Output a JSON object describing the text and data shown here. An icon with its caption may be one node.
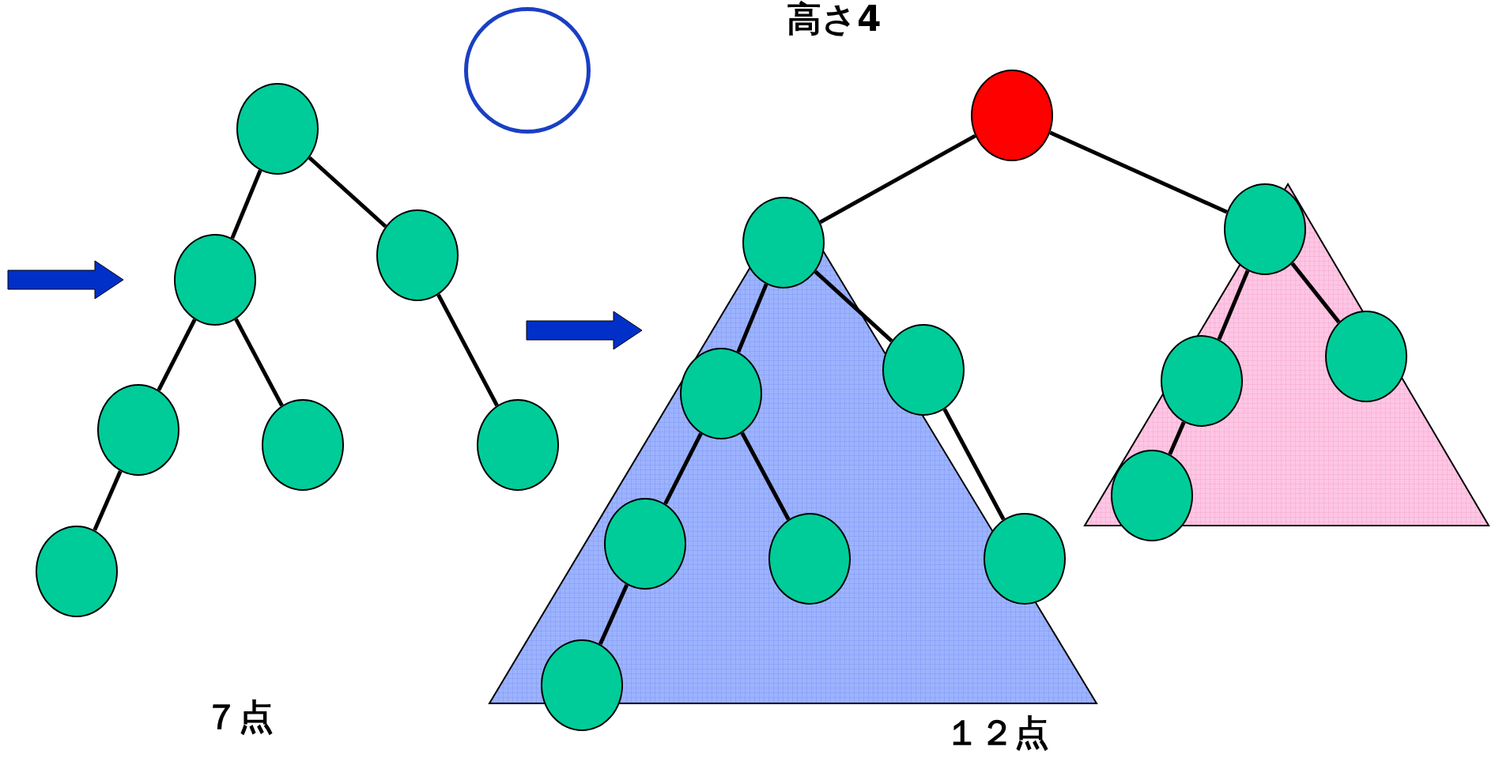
{
  "diagram": {
    "nodes": [
      {
        "text": [],
        "shape": "circle"
      },
      {
        "text": [],
        "shape": "circle"
      },
      {
        "text": [],
        "shape": "circle"
      },
      {
        "text": [],
        "shape": "circle"
      },
      {
        "text": [],
        "shape": "circle"
      },
      {
        "text": [],
        "shape": "circle"
      },
      {
        "text": [],
        "shape": "circle"
      },
      {
        "text": [],
        "shape": "circle"
      },
      {
        "text": [],
        "shape": "circle"
      },
      {
        "text": [],
        "shape": "circle"
      },
      {
        "text": [],
        "shape": "circle"
      },
      {
        "text": [],
        "shape": "circle"
      },
      {
        "text": [],
        "shape": "circle"
      },
      {
        "text": [],
        "shape": "circle"
      },
      {
        "text": [],
        "shape": "circle"
      },
      {
        "text": [],
        "shape": "circle"
      },
      {
        "text": [],
        "shape": "circle"
      },
      {
        "text": [],
        "shape": "circle"
      },
      {
        "text": [],
        "shape": "circle"
      },
      {
        "text": [],
        "shape": "circle"
      }
    ],
    "edges": [
      {
        "from": 0,
        "to": 1,
        "arrow": "none"
      },
      {
        "from": 0,
        "to": 2,
        "arrow": "none"
      },
      {
        "from": 1,
        "to": 3,
        "arrow": "none"
      },
      {
        "from": 1,
        "to": 4,
        "arrow": "none"
      },
      {
        "from": 2,
        "to": 5,
        "arrow": "none"
      },
      {
        "from": 3,
        "to": 6,
        "arrow": "none"
      },
      {
        "from": 8,
        "to": 9,
        "arrow": "none"
      },
      {
        "from": 8,
        "to": 10,
        "arrow": "none"
      },
      {
        "from": 9,
        "to": 11,
        "arrow": "none"
      },
      {
        "from": 9,
        "to": 12,
        "arrow": "none"
      },
      {
        "from": 11,
        "to": 13,
        "arrow": "none"
      },
      {
        "from": 11,
        "to": 14,
        "arrow": "none"
      },
      {
        "from": 12,
        "to": 15,
        "arrow": "none"
      },
      {
        "from": 13,
        "to": 16,
        "arrow": "none"
      },
      {
        "from": 10,
        "to": 17,
        "arrow": "none"
      },
      {
        "from": 10,
        "to": 18,
        "arrow": "none"
      },
      {
        "from": 17,
        "to": 19,
        "arrow": "none"
      }
    ],
    "labels": [
      "高さ4",
      "７点",
      "１２点"
    ]
  }
}
